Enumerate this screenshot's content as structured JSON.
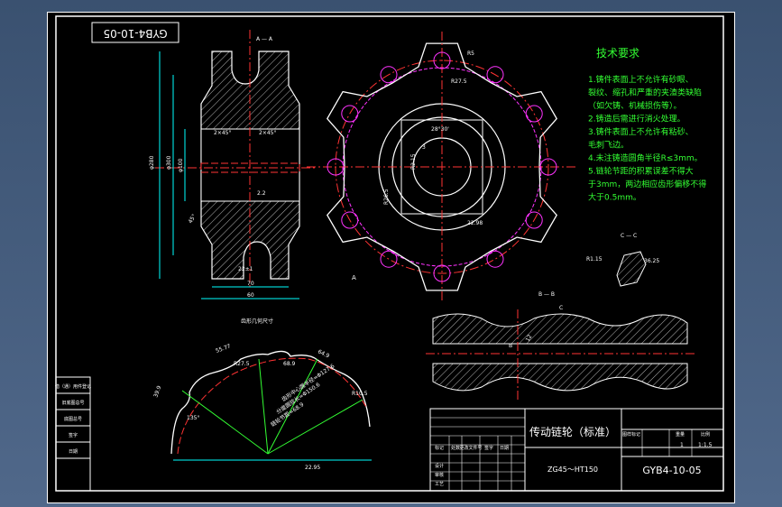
{
  "drawing": {
    "rotated_code": "GYB4-10-05",
    "section_aa": "A — A",
    "section_bb": "B — B",
    "section_cc": "C — C",
    "section_letter_a": "A",
    "section_letter_b": "B",
    "section_letter_c": "C",
    "tooth_profile_label": "齿形几何尺寸",
    "req_title": "技术要求",
    "requirements": [
      "1.铸件表面上不允许有砂眼、",
      "裂纹、缩孔和严重的夹渣类缺陷",
      "（如欠铸、机械损伤等）。",
      "2.铸造后需进行消火处理。",
      "3.铸件表面上不允许有粘砂、",
      "毛刺飞边。",
      "4.未注铸造圆角半径R≤3mm。",
      "5.链轮节距的积累误差不得大",
      "于3mm，两边相应齿形偏移不得",
      "大于0.5mm。"
    ],
    "dims": {
      "d_phi280": "φ280",
      "d_phi300": "φ300",
      "d_phi100": "φ100",
      "d_60": "60",
      "d_70": "70",
      "d_22": "22±1",
      "d_r2": "2.2",
      "d_fit1": "2×45°",
      "d_fit2": "2×45°",
      "d_45": "45°",
      "d_r5": "R5",
      "d_r27": "R27.5",
      "d_2830": "28°30'",
      "d_3": "3",
      "d_key": "22.98",
      "d_r21": "R1.15",
      "d_r26": "R26.5",
      "d_r1": "R2.15",
      "d_3625": "36.25",
      "d_12": "12",
      "d_prof1": "55.77",
      "d_prof2": "64.9",
      "d_prof3": "68.9",
      "d_prof4": "39.9",
      "d_prof5": "22.95",
      "d_prof6": "135°",
      "d_prof7": "R27.5",
      "d_prof8": "R10.5"
    },
    "prof_lines": [
      "链轮节距=68.9",
      "分度圆弦长=Φ150.6",
      "齿形中心圆半径=Φ127.6"
    ]
  },
  "title_block": {
    "part_name": "传动链轮（标准）",
    "material": "ZG45～HT150",
    "drawing_no": "GYB4-10-05",
    "qty": "1",
    "scale": "1:1.5",
    "row_labels": [
      "标记",
      "处数",
      "更改文件号",
      "签字",
      "日期"
    ],
    "role_labels": [
      "设计",
      "审核",
      "工艺"
    ],
    "header_cells": [
      "图样标记",
      "重量",
      "比例"
    ],
    "left_table": [
      "借（通）用件登记",
      "旧底图总号",
      "底图总号",
      "签字",
      "日期"
    ]
  },
  "colors": {
    "outline": "#ffffff",
    "dim": "#00ffff",
    "center": "#ff3333",
    "magenta": "#ff33ff",
    "text_green": "#33ff33",
    "hatch": "#ffffff"
  }
}
